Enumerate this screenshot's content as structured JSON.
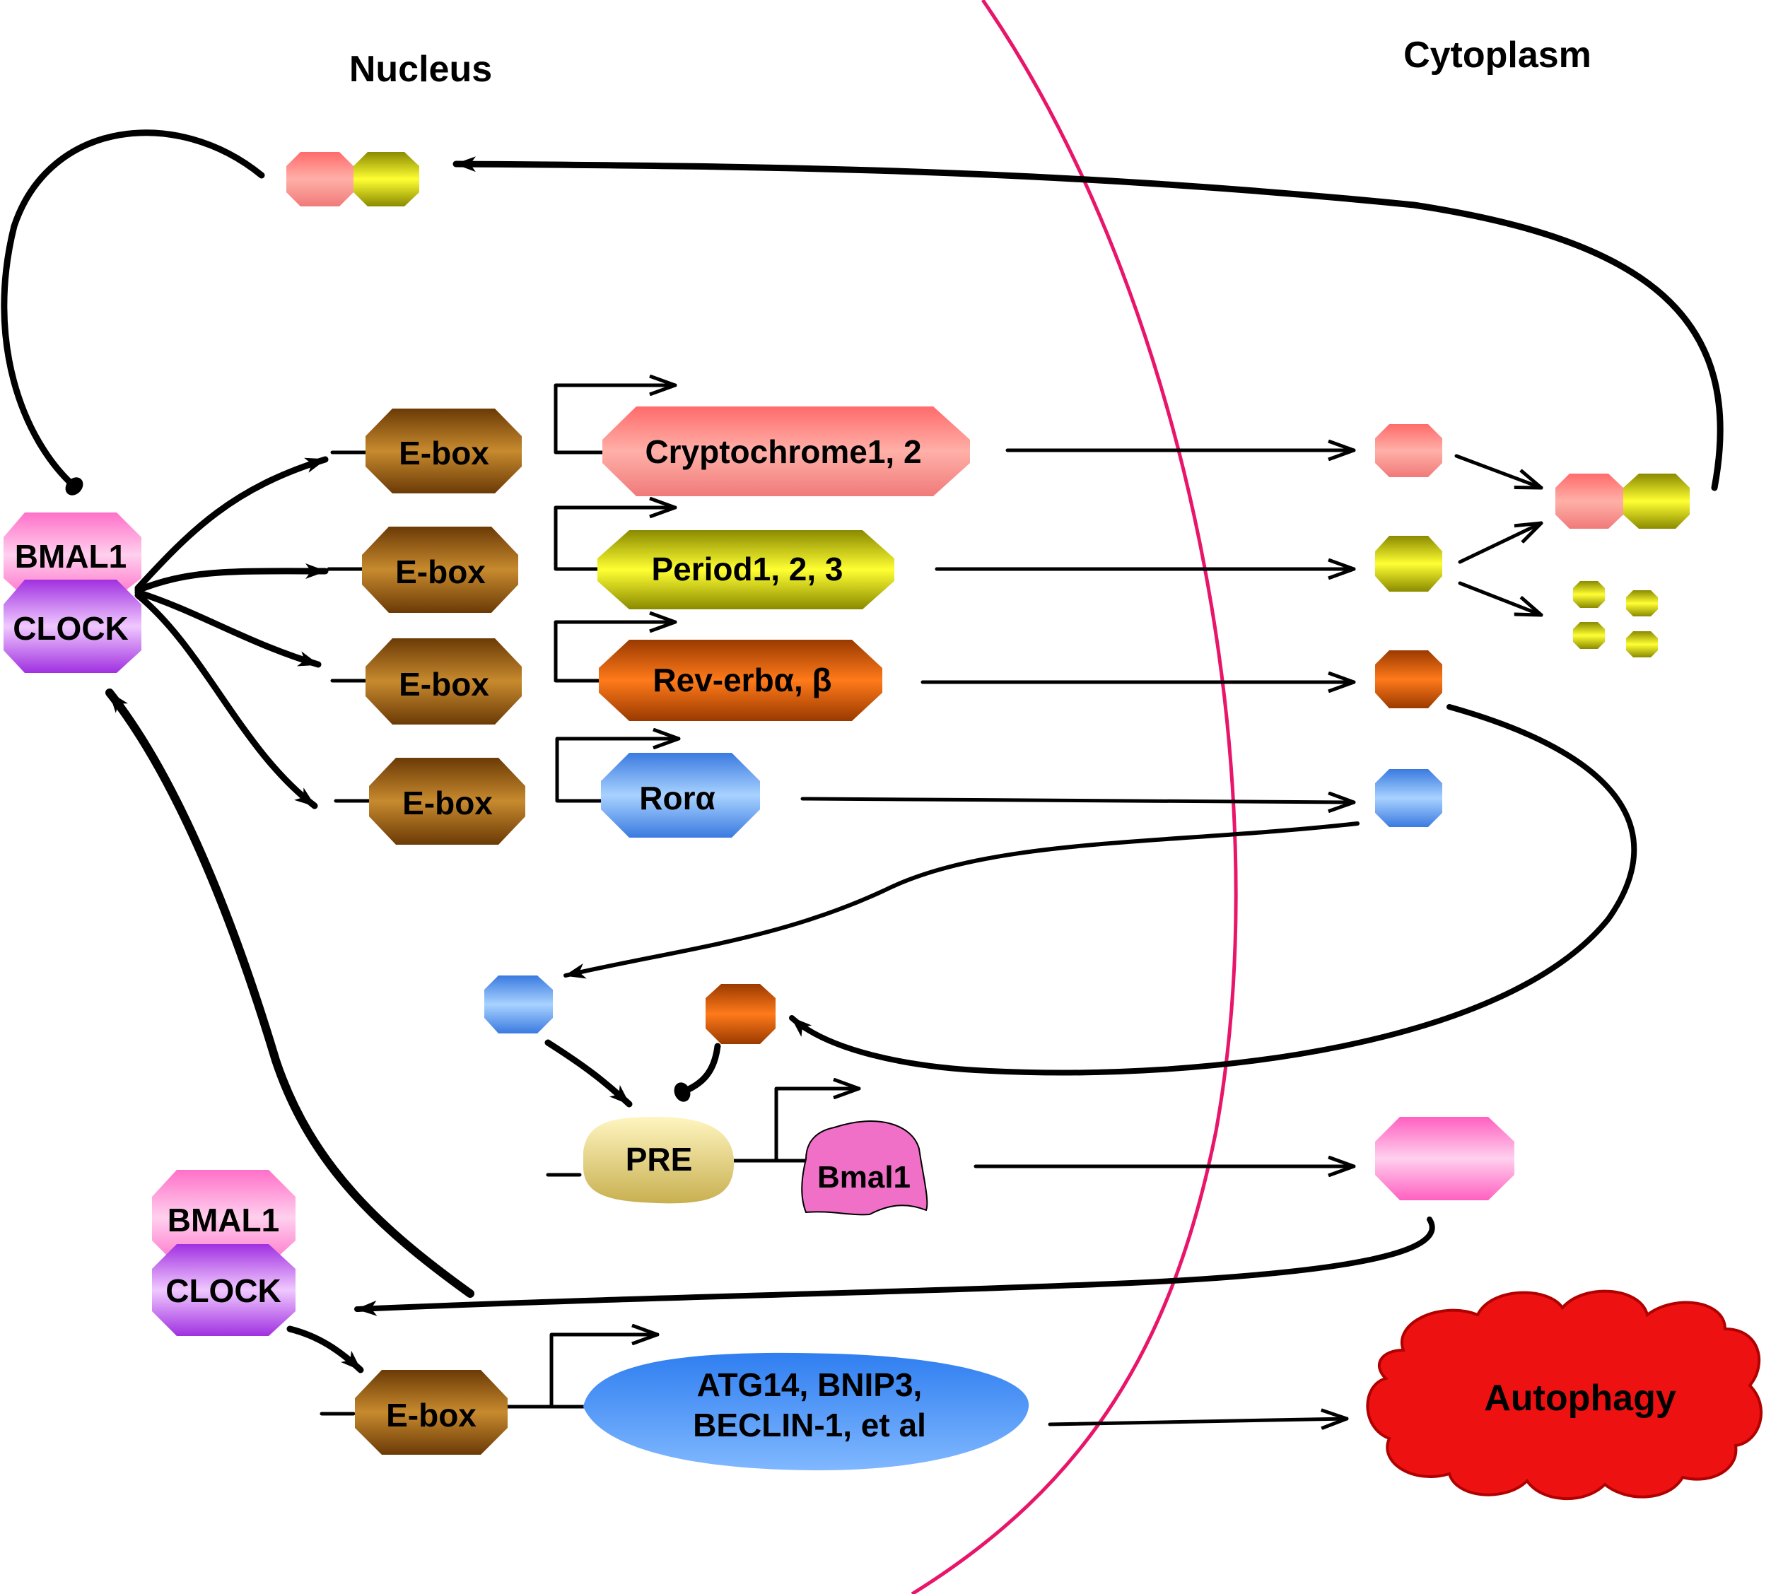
{
  "regions": {
    "nucleus": "Nucleus",
    "cytoplasm": "Cytoplasm"
  },
  "complex_left": {
    "top": "BMAL1",
    "bottom": "CLOCK"
  },
  "complex_lower": {
    "top": "BMAL1",
    "bottom": "CLOCK"
  },
  "promoters": {
    "cry": "E-box",
    "per": "E-box",
    "rev": "E-box",
    "ror": "E-box",
    "atg": "E-box",
    "pre": "PRE"
  },
  "genes": {
    "cry": "Cryptochrome1, 2",
    "per": "Period1, 2, 3",
    "rev": "Rev-erbα, β",
    "ror": "Rorα",
    "bmal1": "Bmal1",
    "atg_line1": "ATG14, BNIP3,",
    "atg_line2": "BECLIN-1, et al"
  },
  "outcome": "Autophagy",
  "colors": {
    "membrane": "#e8156a",
    "cry": "#f47a7a",
    "per": "#e8e800",
    "rev": "#e0600a",
    "ror": "#5aa8ff",
    "ebox": "#9a5a12",
    "bmal": "#ff7fd0",
    "clock": "#c060f0",
    "pre": "#f0e090",
    "bmal1_gene": "#f070c8",
    "atg": "#4a90f0",
    "autophagy": "#ee1111"
  }
}
